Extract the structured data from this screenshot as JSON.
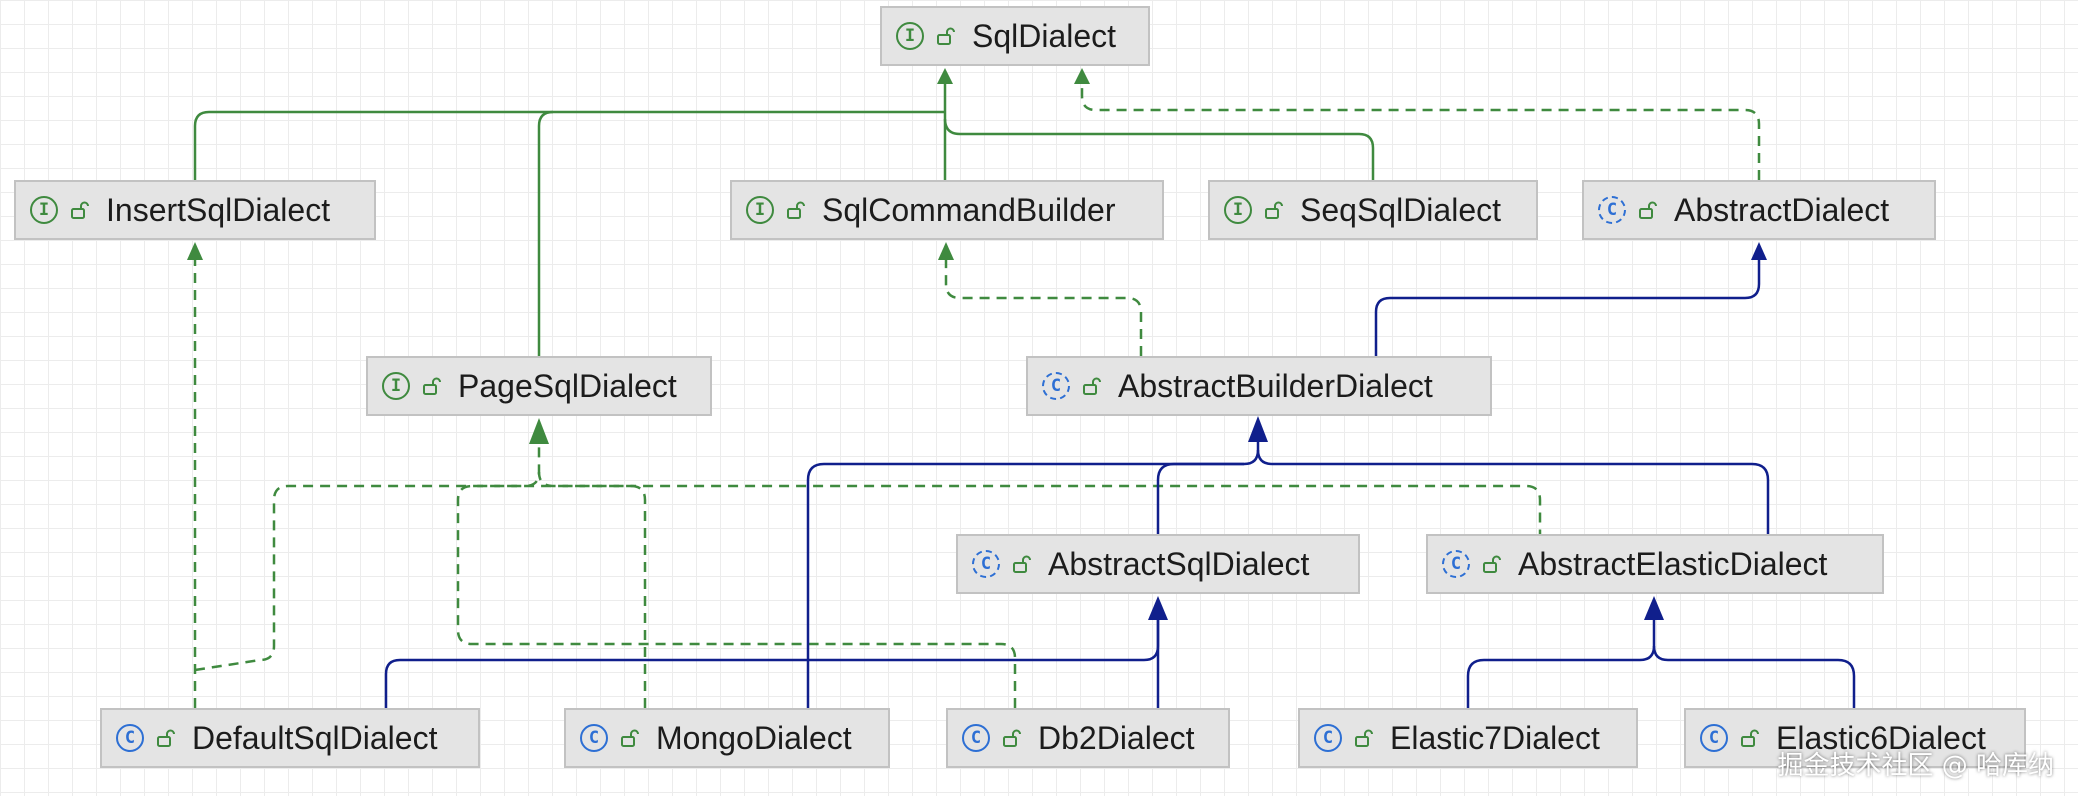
{
  "diagram": {
    "nodes": [
      {
        "id": "SqlDialect",
        "kind": "interface",
        "label": "SqlDialect"
      },
      {
        "id": "InsertSqlDialect",
        "kind": "interface",
        "label": "InsertSqlDialect"
      },
      {
        "id": "SqlCommandBuilder",
        "kind": "interface",
        "label": "SqlCommandBuilder"
      },
      {
        "id": "SeqSqlDialect",
        "kind": "interface",
        "label": "SeqSqlDialect"
      },
      {
        "id": "AbstractDialect",
        "kind": "abstract-class",
        "label": "AbstractDialect"
      },
      {
        "id": "PageSqlDialect",
        "kind": "interface",
        "label": "PageSqlDialect"
      },
      {
        "id": "AbstractBuilderDialect",
        "kind": "abstract-class",
        "label": "AbstractBuilderDialect"
      },
      {
        "id": "AbstractSqlDialect",
        "kind": "abstract-class",
        "label": "AbstractSqlDialect"
      },
      {
        "id": "AbstractElasticDialect",
        "kind": "abstract-class",
        "label": "AbstractElasticDialect"
      },
      {
        "id": "DefaultSqlDialect",
        "kind": "class",
        "label": "DefaultSqlDialect"
      },
      {
        "id": "MongoDialect",
        "kind": "class",
        "label": "MongoDialect"
      },
      {
        "id": "Db2Dialect",
        "kind": "class",
        "label": "Db2Dialect"
      },
      {
        "id": "Elastic7Dialect",
        "kind": "class",
        "label": "Elastic7Dialect"
      },
      {
        "id": "Elastic6Dialect",
        "kind": "class",
        "label": "Elastic6Dialect"
      }
    ],
    "edges": [
      {
        "from": "InsertSqlDialect",
        "to": "SqlDialect",
        "relation": "extends-interface"
      },
      {
        "from": "PageSqlDialect",
        "to": "SqlDialect",
        "relation": "extends-interface"
      },
      {
        "from": "SqlCommandBuilder",
        "to": "SqlDialect",
        "relation": "extends-interface"
      },
      {
        "from": "SeqSqlDialect",
        "to": "SqlDialect",
        "relation": "extends-interface"
      },
      {
        "from": "AbstractDialect",
        "to": "SqlDialect",
        "relation": "implements"
      },
      {
        "from": "AbstractBuilderDialect",
        "to": "SqlCommandBuilder",
        "relation": "implements"
      },
      {
        "from": "AbstractBuilderDialect",
        "to": "AbstractDialect",
        "relation": "extends"
      },
      {
        "from": "AbstractSqlDialect",
        "to": "AbstractBuilderDialect",
        "relation": "extends"
      },
      {
        "from": "AbstractElasticDialect",
        "to": "AbstractBuilderDialect",
        "relation": "extends"
      },
      {
        "from": "MongoDialect",
        "to": "AbstractBuilderDialect",
        "relation": "extends"
      },
      {
        "from": "DefaultSqlDialect",
        "to": "AbstractSqlDialect",
        "relation": "extends"
      },
      {
        "from": "Db2Dialect",
        "to": "AbstractSqlDialect",
        "relation": "extends"
      },
      {
        "from": "Elastic7Dialect",
        "to": "AbstractElasticDialect",
        "relation": "extends"
      },
      {
        "from": "Elastic6Dialect",
        "to": "AbstractElasticDialect",
        "relation": "extends"
      },
      {
        "from": "DefaultSqlDialect",
        "to": "InsertSqlDialect",
        "relation": "implements"
      },
      {
        "from": "DefaultSqlDialect",
        "to": "PageSqlDialect",
        "relation": "implements"
      },
      {
        "from": "MongoDialect",
        "to": "PageSqlDialect",
        "relation": "implements"
      },
      {
        "from": "Db2Dialect",
        "to": "PageSqlDialect",
        "relation": "implements"
      },
      {
        "from": "AbstractElasticDialect",
        "to": "PageSqlDialect",
        "relation": "implements"
      }
    ],
    "kind_glyphs": {
      "interface": "I",
      "class": "C"
    },
    "icons": {
      "kind_interface": "interface-icon",
      "kind_class": "class-icon",
      "visibility": "unlock-icon"
    },
    "colors": {
      "interface_edge": "#3f8a3f",
      "class_edge": "#101f8c",
      "node_fill": "#e4e4e4",
      "node_border": "#c2c2c2"
    }
  },
  "watermark": "掘金技术社区 @ 哈库纳"
}
